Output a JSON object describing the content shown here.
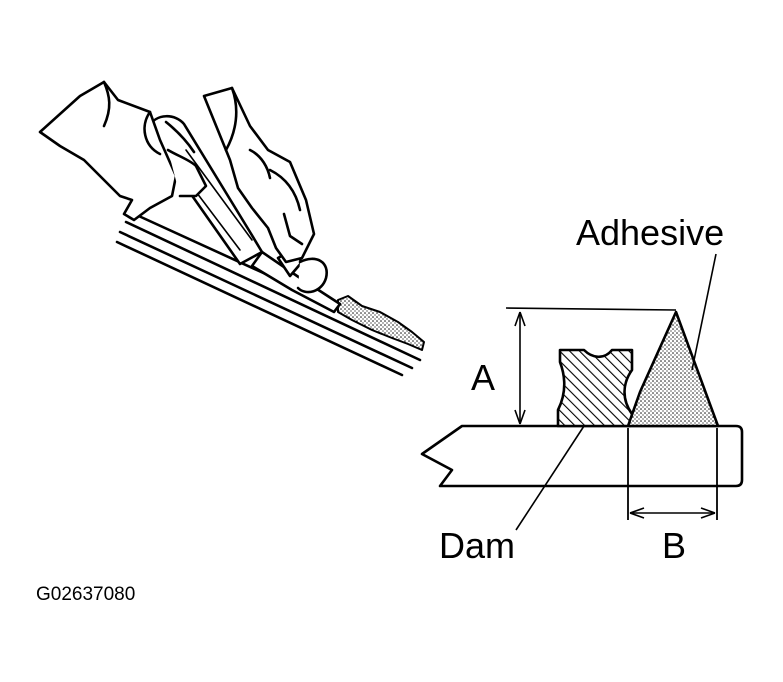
{
  "labels": {
    "adhesive": "Adhesive",
    "dim_a": "A",
    "dam": "Dam",
    "dim_b": "B",
    "figure_code": "G02637080"
  },
  "colors": {
    "ink": "#000000",
    "paper": "#ffffff"
  }
}
